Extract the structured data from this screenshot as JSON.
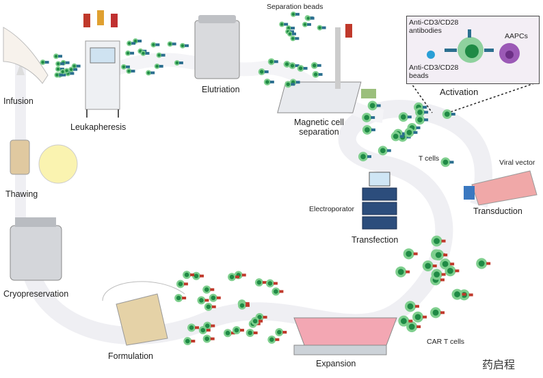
{
  "steps": {
    "infusion": "Infusion",
    "leukapheresis": "Leukapheresis",
    "elutriation": "Elutriation",
    "separation_beads": "Separation beads",
    "magnetic_separation": "Magnetic cell\nseparation",
    "t_cells": "T cells",
    "viral_vector": "Viral vector",
    "transduction": "Transduction",
    "electroporator": "Electroporator",
    "transfection": "Transfection",
    "car_t_cells": "CAR T cells",
    "expansion": "Expansion",
    "formulation": "Formulation",
    "cryopreservation": "Cryopreservation",
    "thawing": "Thawing"
  },
  "activation": {
    "title": "Activation",
    "antibodies": "Anti-CD3/CD28\nantibodies",
    "beads": "Anti-CD3/CD28\nbeads",
    "aapcs": "AAPCs"
  },
  "watermark": "药启程",
  "colors": {
    "t_cell": "#7fcf8e",
    "t_cell_nucleus": "#1f8a45",
    "receptor": "#2b6f8f",
    "car": "#c0392b",
    "aapc": "#9b59b6",
    "path": "#eeeef2"
  }
}
